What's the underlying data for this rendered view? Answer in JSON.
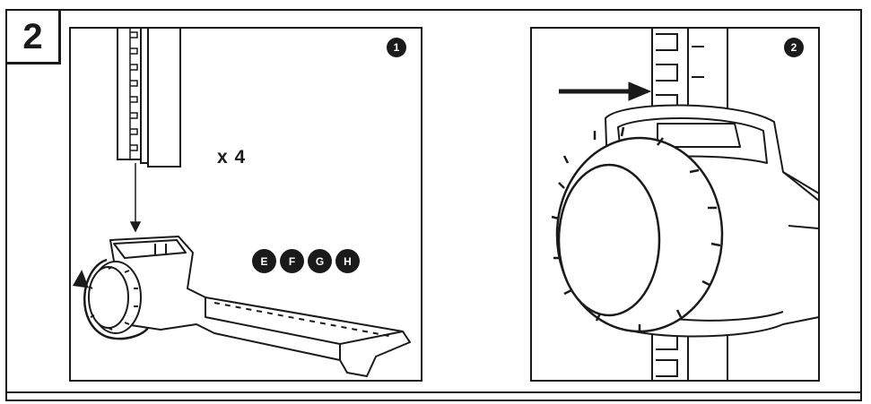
{
  "step": {
    "number": "2"
  },
  "panels": [
    {
      "badge": "1",
      "quantity": "x 4",
      "parts": [
        "E",
        "F",
        "G",
        "H"
      ]
    },
    {
      "badge": "2"
    }
  ],
  "colors": {
    "ink": "#1a1a1a",
    "paper": "#ffffff"
  }
}
